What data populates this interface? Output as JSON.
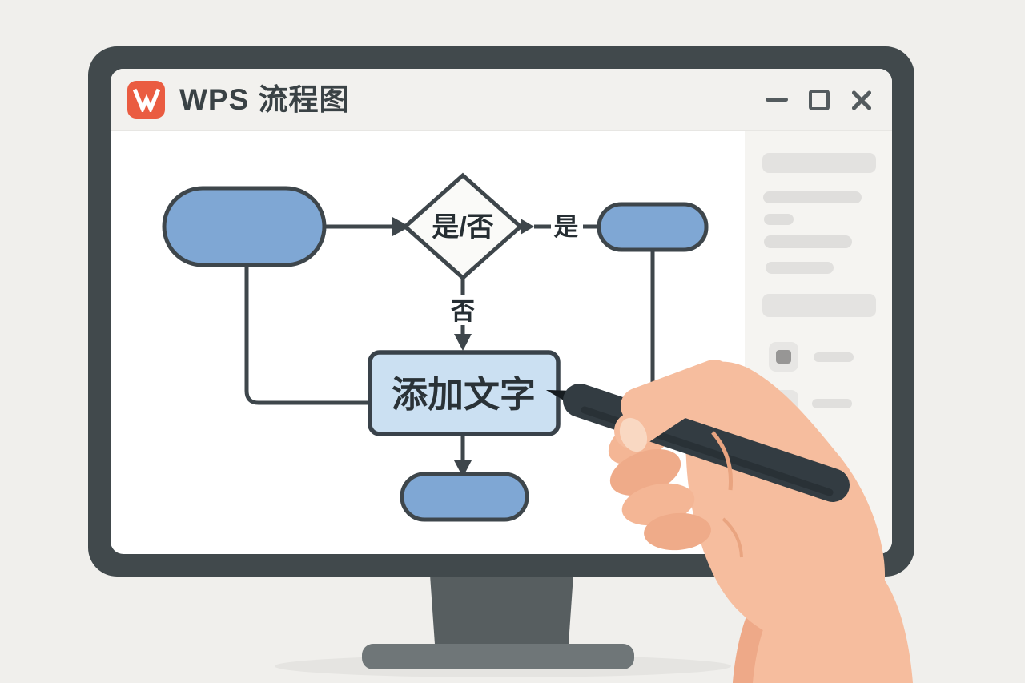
{
  "window": {
    "app_name": "WPS 流程图",
    "logo_letter": "W",
    "controls": {
      "minimize": "minimize",
      "maximize": "maximize",
      "close": "close"
    }
  },
  "flowchart": {
    "decision_label": "是/否",
    "yes_label": "是",
    "no_label": "否",
    "process_label": "添加文字",
    "nodes": [
      {
        "id": "start",
        "shape": "rounded-terminator",
        "label": ""
      },
      {
        "id": "decision",
        "shape": "diamond",
        "label": "是/否"
      },
      {
        "id": "branch-yes",
        "shape": "rounded-terminator",
        "label": ""
      },
      {
        "id": "process",
        "shape": "rectangle",
        "label": "添加文字"
      },
      {
        "id": "end",
        "shape": "rounded-terminator",
        "label": ""
      }
    ],
    "edges": [
      {
        "from": "start",
        "to": "decision",
        "label": ""
      },
      {
        "from": "decision",
        "to": "branch-yes",
        "label": "是"
      },
      {
        "from": "decision",
        "to": "process",
        "label": "否"
      },
      {
        "from": "start",
        "to": "process",
        "label": ""
      },
      {
        "from": "process",
        "to": "end",
        "label": ""
      }
    ]
  },
  "sidebar": {
    "placeholder_bar_count": 6,
    "tools": [
      {
        "icon": "square-icon"
      },
      {
        "icon": "chevron-up-icon"
      }
    ]
  },
  "colors": {
    "logo": "#EA5C41",
    "terminator_fill": "#7FA7D4",
    "process_fill": "#CBE0F2",
    "decision_fill": "#FAFAF8",
    "stroke": "#3E464B",
    "frame": "#41494C",
    "titlebar": "#F2F1EE",
    "skin": "#F6BD9E",
    "pen": "#333C42"
  }
}
